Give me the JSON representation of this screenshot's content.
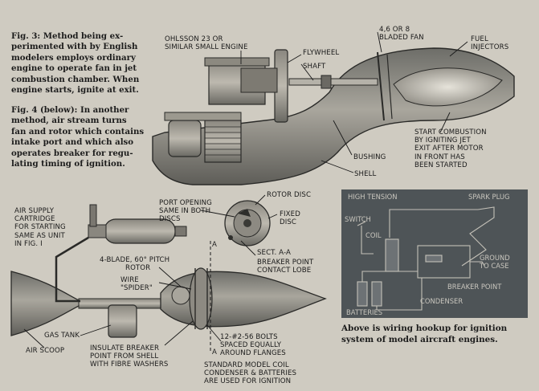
{
  "captions": {
    "fig3": [
      "Fig. 3: Method being ex-",
      "perimented with by English",
      "modelers employs ordinary",
      "engine to operate fan in jet",
      "combustion chamber. When",
      "engine starts, ignite at exit."
    ],
    "fig4": [
      "Fig. 4 (below): In another",
      "method, air stream turns",
      "fan and rotor which contains",
      "intake port and which also",
      "operates breaker for regu-",
      "lating timing of ignition."
    ],
    "wiring": [
      "Above is wiring hookup for ignition",
      "system of model aircraft engines."
    ]
  },
  "fig3_labels": {
    "engine": [
      "OHLSSON 23 OR",
      "SIMILAR SMALL ENGINE"
    ],
    "flywheel": "FLYWHEEL",
    "shaft": "SHAFT",
    "fan": [
      "4,6 OR 8",
      "BLADED FAN"
    ],
    "injectors": [
      "FUEL",
      "INJECTORS"
    ],
    "start": [
      "START COMBUSTION",
      "BY IGNITING JET",
      "EXIT AFTER MOTOR",
      "IN FRONT HAS",
      "BEEN STARTED"
    ],
    "bushing": "BUSHING",
    "shell": "SHELL"
  },
  "fig4_labels": {
    "port": [
      "PORT OPENING",
      "SAME IN BOTH",
      "DISCS"
    ],
    "rotor_disc": "ROTOR DISC",
    "fixed_disc": [
      "FIXED",
      "DISC"
    ],
    "sect": "SECT. A-A",
    "breaker_lobe": [
      "BREAKER POINT",
      "CONTACT LOBE"
    ],
    "air_supply": [
      "AIR SUPPLY",
      "CARTRIDGE",
      "FOR STARTING",
      "SAME AS UNIT",
      "IN FIG. I"
    ],
    "blade": [
      "4-BLADE, 60° PITCH",
      "ROTOR"
    ],
    "wire": [
      "WIRE",
      "\"SPIDER\""
    ],
    "gas_tank": "GAS TANK",
    "air_scoop": "AIR SCOOP",
    "insulate": [
      "INSULATE BREAKER",
      "POINT FROM SHELL",
      "WITH FIBRE WASHERS"
    ],
    "bolts": [
      "12-#2-56 BOLTS",
      "SPACED EQUALLY",
      "AROUND FLANGES"
    ],
    "standard": [
      "STANDARD MODEL COIL",
      "CONDENSER & BATTERIES",
      "ARE USED FOR IGNITION"
    ],
    "section_a": "A"
  },
  "wiring_labels": {
    "high_tension": "HIGH TENSION",
    "spark_plug": "SPARK PLUG",
    "switch": "SWITCH",
    "coil": "COIL",
    "ground": [
      "GROUND",
      "TO CASE"
    ],
    "breaker": "BREAKER POINT",
    "condenser": "CONDENSER",
    "batteries": "BATTERIES"
  }
}
